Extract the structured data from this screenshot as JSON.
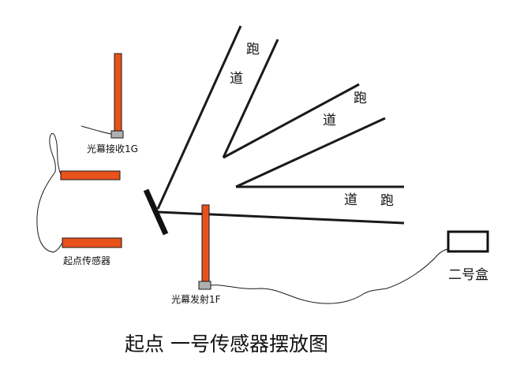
{
  "labels": {
    "receiver": "光幕接收1G",
    "start_sensor": "起点传感器",
    "emitter": "光幕发射1F",
    "box": "二号盒",
    "caption": "起点 一号传感器摆放图",
    "lane1": [
      "跑",
      "道"
    ],
    "lane2": [
      "跑",
      "道"
    ],
    "lane3": [
      "跑",
      "道"
    ]
  },
  "colors": {
    "sensor": "#e8521a",
    "line": "#1a1a1a",
    "base": "#b0b0b0"
  }
}
